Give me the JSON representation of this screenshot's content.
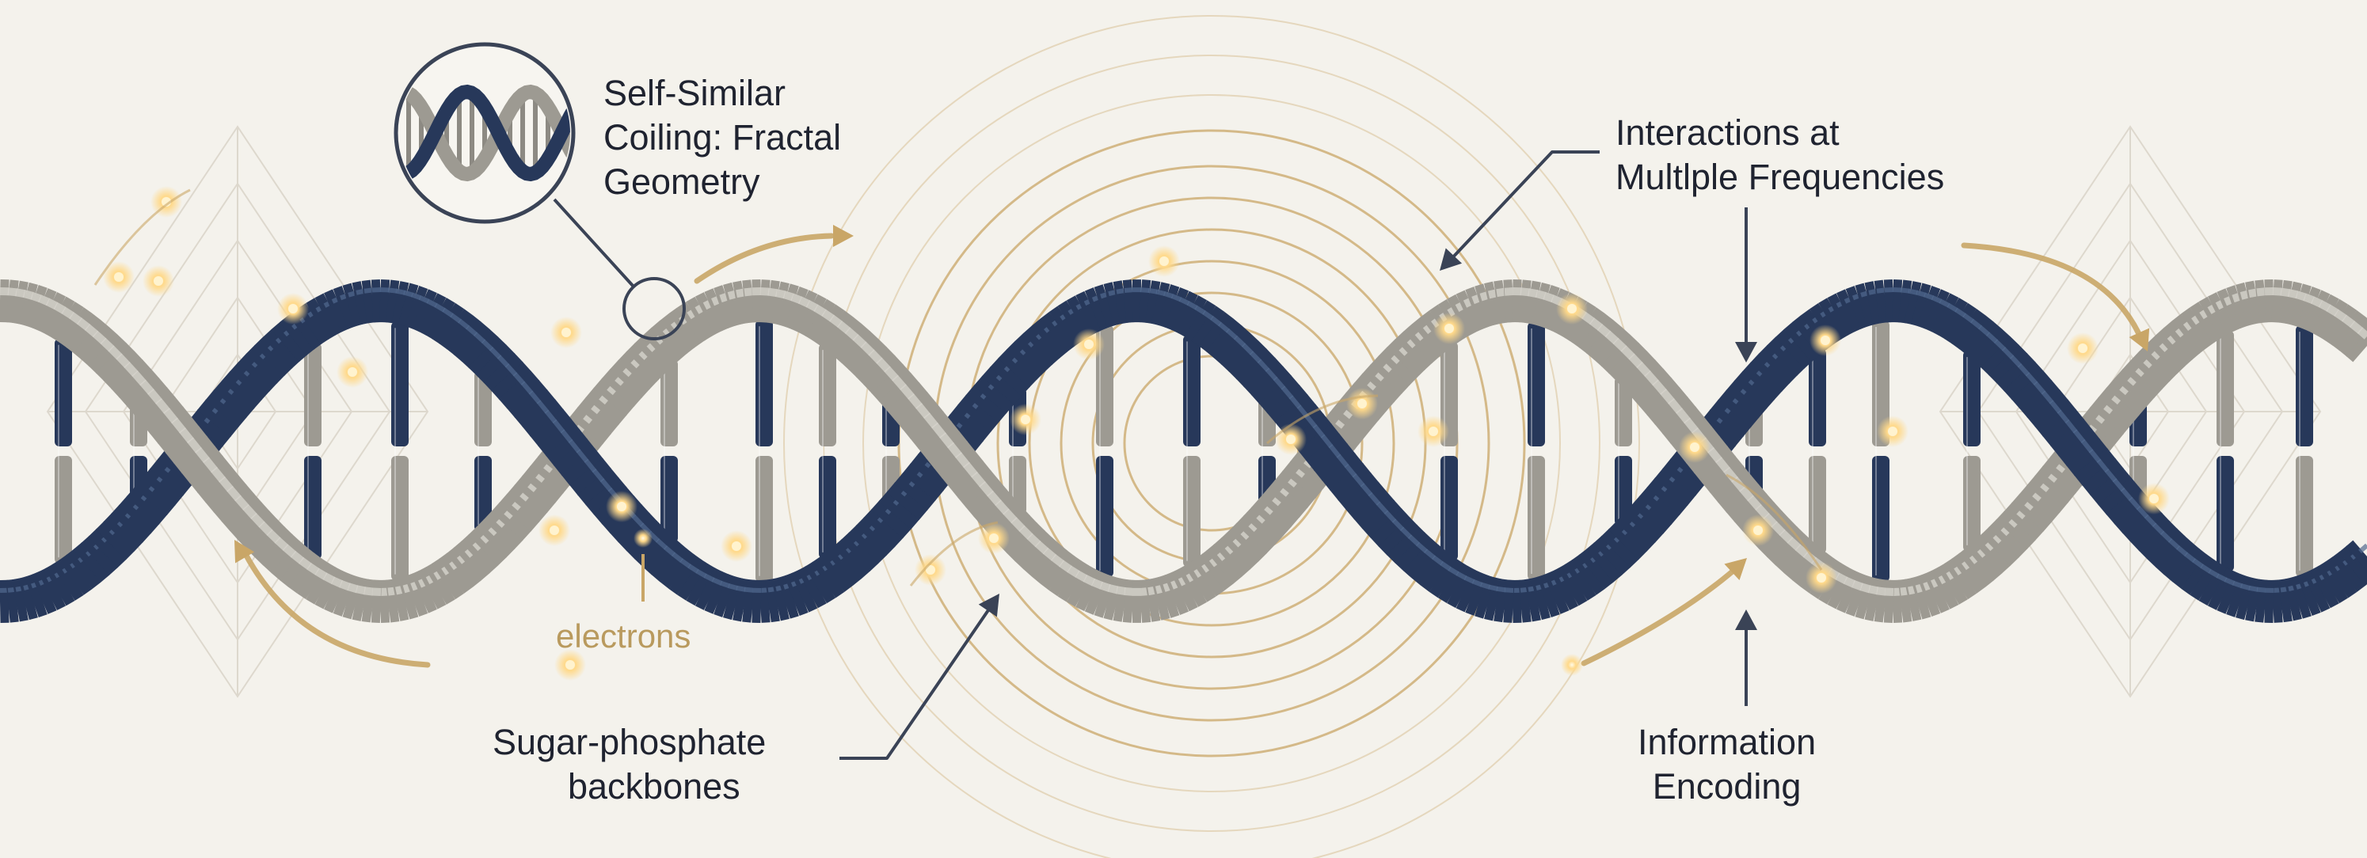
{
  "labels": {
    "fractal": [
      "Self-Similar",
      "Coiling: Fractal",
      "Geometry"
    ],
    "interactions": [
      "Interactions at",
      "Multlple Frequencies"
    ],
    "electrons": "electrons",
    "backbones": [
      "Sugar-phosphate",
      "backbones"
    ],
    "encoding": [
      "Information",
      "Encoding"
    ]
  },
  "colors": {
    "background": "#f4f2ec",
    "navy_strand": "#27385a",
    "navy_highlight": "#51698f",
    "silver_strand": "#9d9a92",
    "silver_highlight": "#d6d3cc",
    "gold": "#c9a667",
    "glow": "#ffd98a",
    "text": "#1f2330",
    "pointer": "#3a4356"
  },
  "icons": {
    "inset": "dna-inset-icon",
    "callout_ring": "callout-ring-icon",
    "flow_arrows": "curved-arrow-icon",
    "frequency_rings": "concentric-ring-icon",
    "fractal_web": "fractal-web-icon"
  }
}
